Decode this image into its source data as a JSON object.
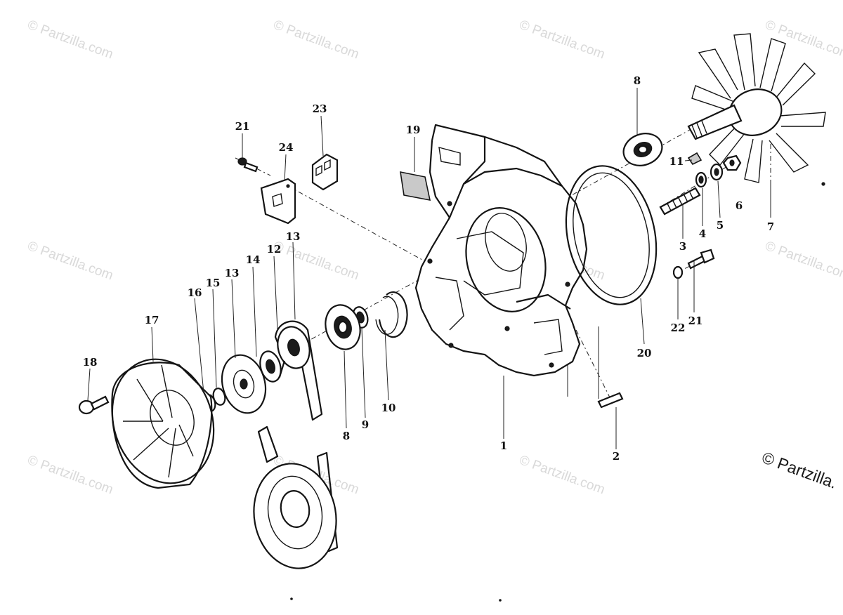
{
  "diagram": {
    "watermark_text": "© Partzilla.com",
    "corner_watermark_text": "© Partzilla.",
    "callouts": [
      {
        "id": "1",
        "text": "1"
      },
      {
        "id": "2",
        "text": "2"
      },
      {
        "id": "3",
        "text": "3"
      },
      {
        "id": "4",
        "text": "4"
      },
      {
        "id": "5",
        "text": "5"
      },
      {
        "id": "6",
        "text": "6"
      },
      {
        "id": "7",
        "text": "7"
      },
      {
        "id": "8a",
        "text": "8"
      },
      {
        "id": "8b",
        "text": "8"
      },
      {
        "id": "9",
        "text": "9"
      },
      {
        "id": "10",
        "text": "10"
      },
      {
        "id": "11",
        "text": "11"
      },
      {
        "id": "12",
        "text": "12"
      },
      {
        "id": "13a",
        "text": "13"
      },
      {
        "id": "13b",
        "text": "13"
      },
      {
        "id": "14",
        "text": "14"
      },
      {
        "id": "15",
        "text": "15"
      },
      {
        "id": "16",
        "text": "16"
      },
      {
        "id": "17",
        "text": "17"
      },
      {
        "id": "18",
        "text": "18"
      },
      {
        "id": "19",
        "text": "19"
      },
      {
        "id": "20",
        "text": "20"
      },
      {
        "id": "21a",
        "text": "21"
      },
      {
        "id": "21b",
        "text": "21"
      },
      {
        "id": "22",
        "text": "22"
      },
      {
        "id": "23",
        "text": "23"
      },
      {
        "id": "24",
        "text": "24"
      }
    ],
    "colors": {
      "line": "#141414",
      "watermark": "#d9d9d9",
      "background": "#ffffff"
    }
  }
}
